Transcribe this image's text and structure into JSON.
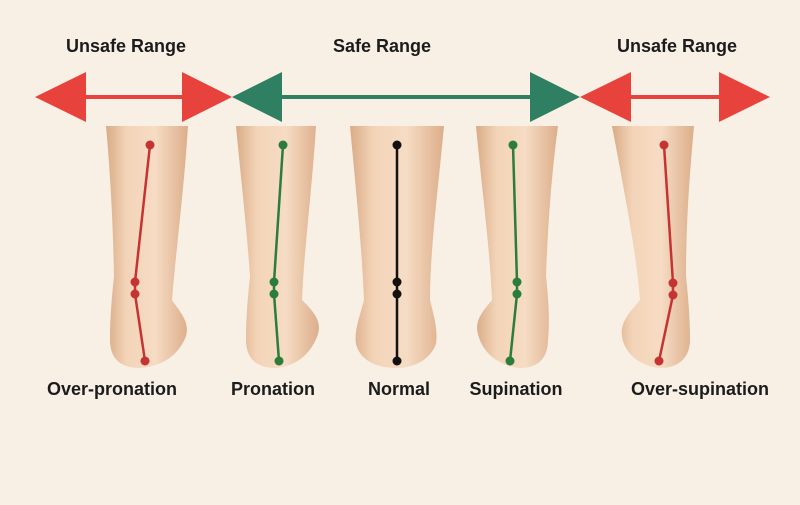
{
  "ranges": {
    "left_unsafe": "Unsafe Range",
    "safe": "Safe Range",
    "right_unsafe": "Unsafe Range"
  },
  "colors": {
    "unsafe": "#e8423c",
    "safe": "#2f7f62",
    "normal": "#111111",
    "skin": "#efcdb0",
    "background": "#f8efe5"
  },
  "legs": [
    {
      "label": "Over-pronation",
      "line_color": "#c63333"
    },
    {
      "label": "Pronation",
      "line_color": "#2a7d3a"
    },
    {
      "label": "Normal",
      "line_color": "#111111"
    },
    {
      "label": "Supination",
      "line_color": "#2a7d3a"
    },
    {
      "label": "Over-supination",
      "line_color": "#c63333"
    }
  ]
}
